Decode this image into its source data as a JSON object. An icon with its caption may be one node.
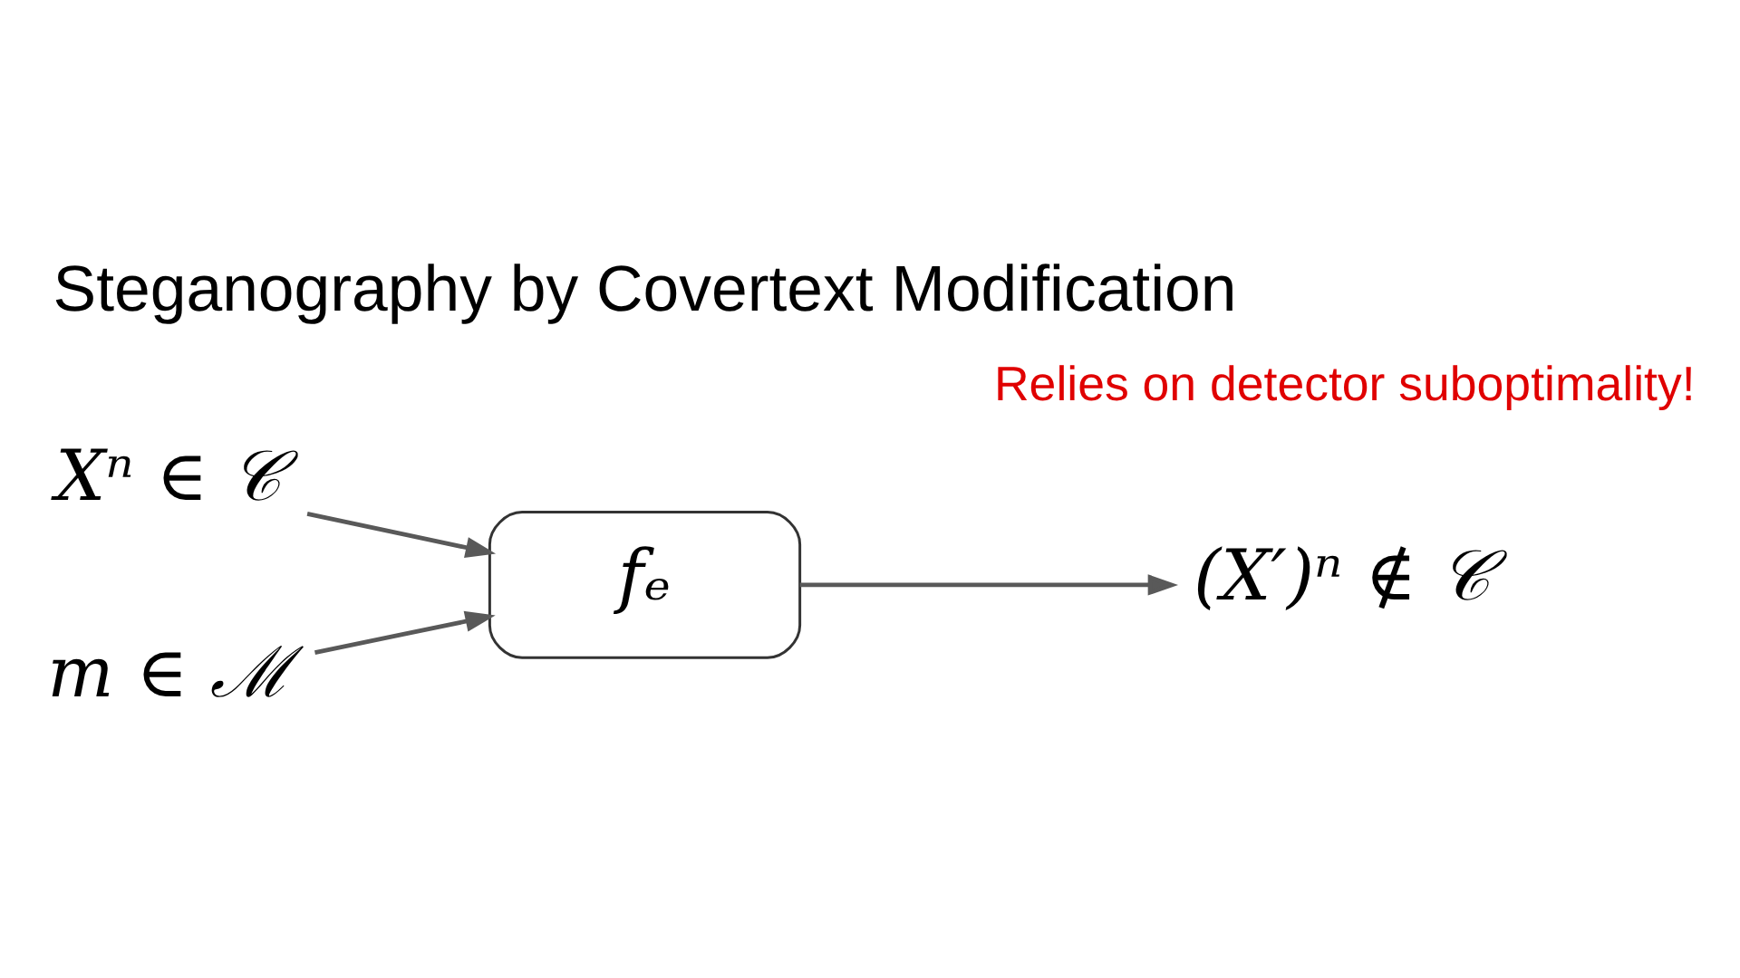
{
  "diagram": {
    "title": "Steganography by Covertext Modification",
    "nodes": [
      {
        "text": [
          "Xⁿ ∈ 𝒞"
        ]
      },
      {
        "text": [
          "m ∈ ℳ"
        ]
      },
      {
        "text": [
          "fₑ"
        ]
      },
      {
        "text": [
          "(X′)ⁿ ∉ 𝒞"
        ]
      }
    ],
    "edges": [
      {
        "from": 0,
        "to": 2,
        "arrow": "to"
      },
      {
        "from": 1,
        "to": 2,
        "arrow": "to"
      },
      {
        "from": 2,
        "to": 3,
        "arrow": "to"
      }
    ],
    "labels": [
      "Relies on detector suboptimality!"
    ]
  }
}
